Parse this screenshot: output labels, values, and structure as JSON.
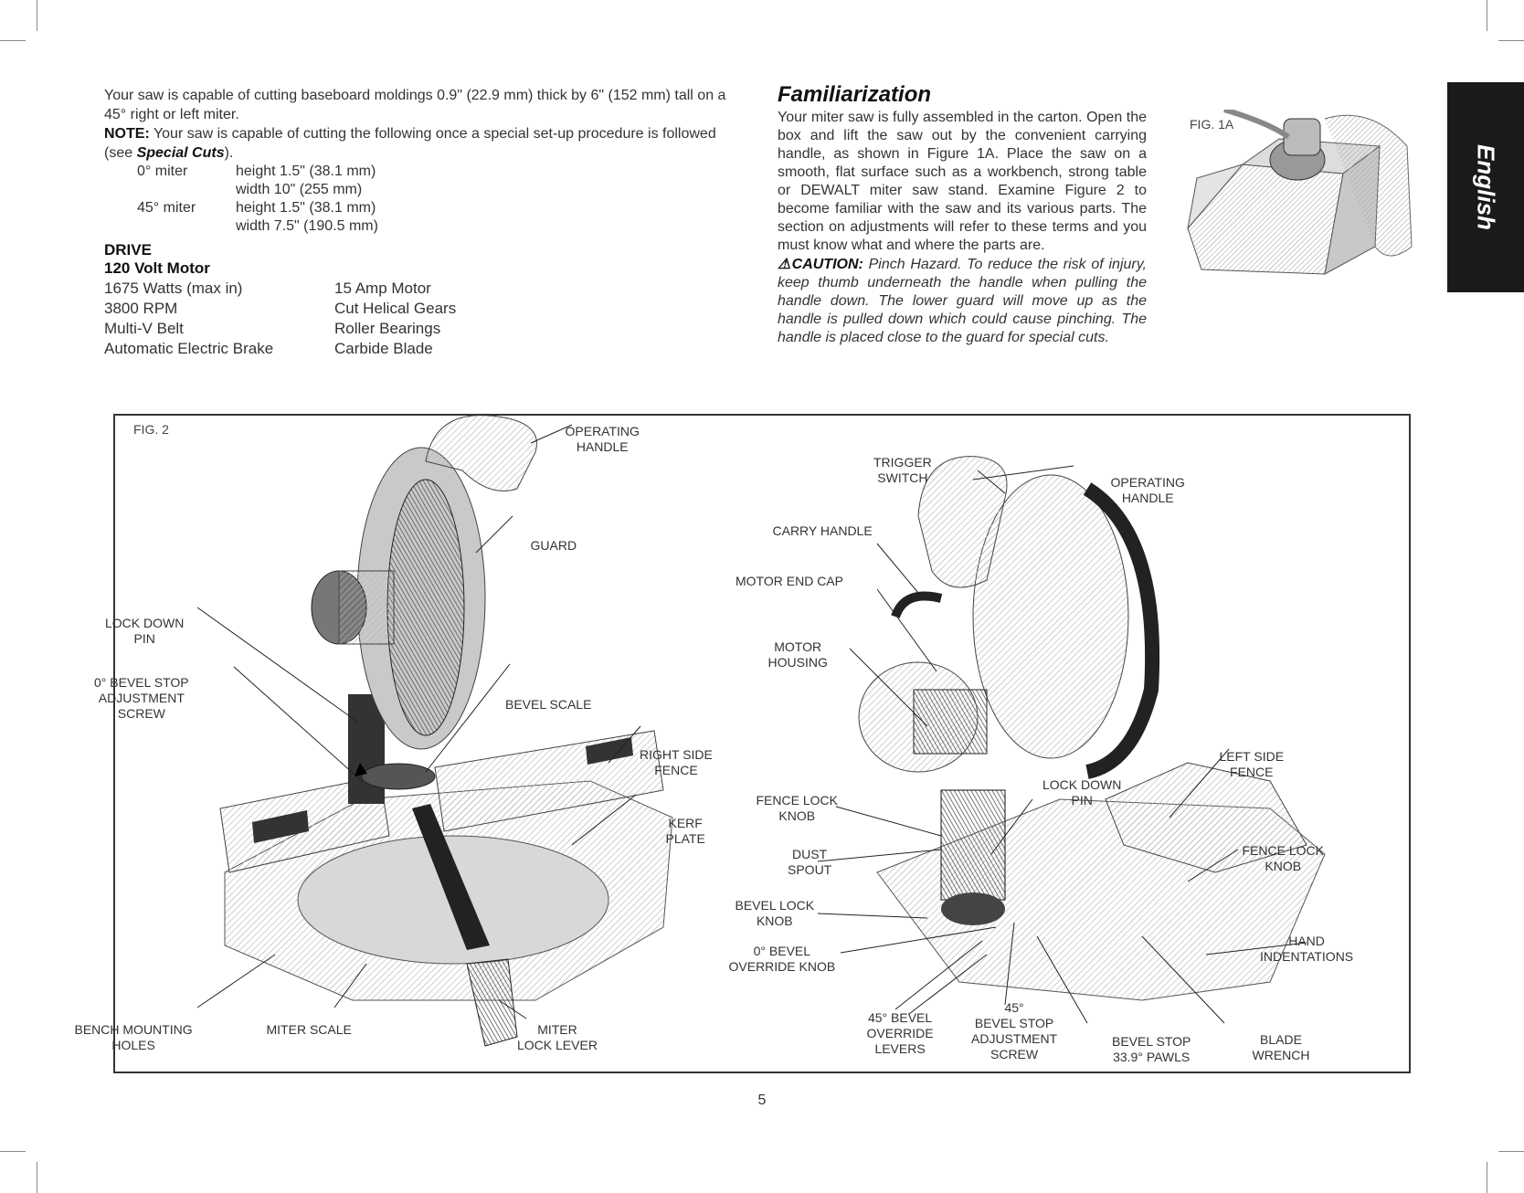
{
  "intro": {
    "line1": "Your saw is capable of cutting baseboard moldings 0.9\" (22.9 mm) thick by 6\" (152 mm) tall on a 45° right or left miter.",
    "note_label": "NOTE:",
    "note_text_a": " Your saw is capable of cutting the following once a special set-up procedure is followed (see ",
    "note_link": "Special Cuts",
    "note_text_b": ")."
  },
  "specs": [
    {
      "miter": "0° miter",
      "height": "height 1.5\" (38.1 mm)",
      "width": "width 10\" (255 mm)"
    },
    {
      "miter": "45° miter",
      "height": "height 1.5\" (38.1 mm)",
      "width": "width 7.5\" (190.5 mm)"
    }
  ],
  "drive": {
    "heading": "DRIVE",
    "subheading": "120 Volt Motor",
    "items": [
      "1675 Watts (max in)",
      "15 Amp Motor",
      "3800 RPM",
      "Cut Helical Gears",
      "Multi-V Belt",
      "Roller Bearings",
      "Automatic Electric Brake",
      "Carbide Blade"
    ]
  },
  "familiarization": {
    "title": "Familiarization",
    "body": "Your miter saw is fully assembled in the carton. Open the box and lift the saw out by the convenient carrying handle, as shown in Figure 1A. Place the saw on a smooth, flat surface such as a workbench, strong table or DEWALT miter saw stand. Examine Figure 2 to become familiar with the saw and its various parts. The section on adjustments will refer to these terms and you must know what and where the parts are.",
    "caution_label": "⚠CAUTION:",
    "caution_text": " Pinch Hazard. To reduce the risk of injury, keep thumb underneath the handle when pulling the handle down. The lower guard will move up as the handle is pulled down which could cause pinching. The handle is placed close to the guard for special cuts.",
    "fig_label": "FIG. 1A"
  },
  "side_tab": "English",
  "fig2": {
    "label": "FIG. 2",
    "left_labels": {
      "operating_handle": [
        "OPERATING",
        "HANDLE"
      ],
      "guard": [
        "GUARD"
      ],
      "lock_down_pin": [
        "LOCK DOWN",
        "PIN"
      ],
      "bevel_stop_screw": [
        "0° BEVEL STOP",
        "ADJUSTMENT",
        "SCREW"
      ],
      "bevel_scale": [
        "BEVEL SCALE"
      ],
      "right_side_fence": [
        "RIGHT SIDE",
        "FENCE"
      ],
      "kerf_plate": [
        "KERF",
        "PLATE"
      ],
      "bench_mounting_holes": [
        "BENCH MOUNTING",
        "HOLES"
      ],
      "miter_scale": [
        "MITER SCALE"
      ],
      "miter_lock_lever": [
        "MITER",
        "LOCK LEVER"
      ]
    },
    "right_labels": {
      "trigger_switch": [
        "TRIGGER",
        "SWITCH"
      ],
      "operating_handle": [
        "OPERATING",
        "HANDLE"
      ],
      "carry_handle": [
        "CARRY HANDLE"
      ],
      "motor_end_cap": [
        "MOTOR END CAP"
      ],
      "motor_housing": [
        "MOTOR",
        "HOUSING"
      ],
      "fence_lock_knob_l": [
        "FENCE LOCK",
        "KNOB"
      ],
      "lock_down_pin": [
        "LOCK DOWN",
        "PIN"
      ],
      "left_side_fence": [
        "LEFT SIDE",
        "FENCE"
      ],
      "dust_spout": [
        "DUST",
        "SPOUT"
      ],
      "fence_lock_knob_r": [
        "FENCE LOCK",
        "KNOB"
      ],
      "bevel_lock_knob": [
        "BEVEL LOCK",
        "KNOB"
      ],
      "hand_indentations": [
        "HAND",
        "INDENTATIONS"
      ],
      "bevel_override_knob": [
        "0° BEVEL",
        "OVERRIDE KNOB"
      ],
      "bevel_override_levers": [
        "45° BEVEL",
        "OVERRIDE",
        "LEVERS"
      ],
      "bevel_stop_screw_45": [
        "45°",
        "BEVEL STOP",
        "ADJUSTMENT",
        "SCREW"
      ],
      "bevel_stop_pawls": [
        "BEVEL STOP",
        "33.9° PAWLS"
      ],
      "blade_wrench": [
        "BLADE",
        "WRENCH"
      ]
    }
  },
  "page_number": "5"
}
